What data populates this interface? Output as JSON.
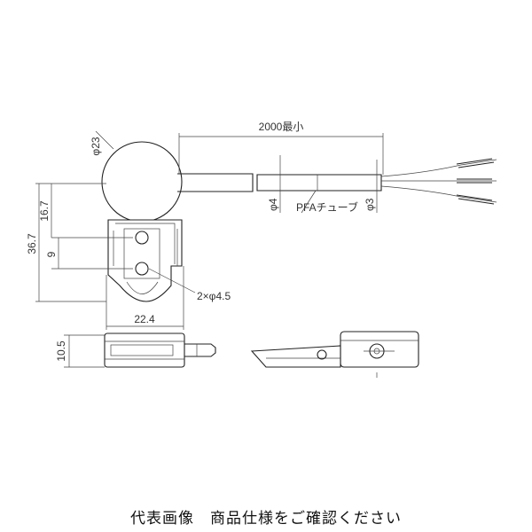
{
  "dimensions": {
    "cable_length": "2000最小",
    "head_diameter": "φ23",
    "outer_tube_dia": "φ4",
    "tube_label": "PFAチューブ",
    "inner_dia": "φ3",
    "height_total": "36.7",
    "height_upper": "16.7",
    "hole_pitch": "9",
    "mount_holes": "2×φ4.5",
    "width": "22.4",
    "thickness": "10.5"
  },
  "caption": "代表画像　商品仕様をご確認ください"
}
